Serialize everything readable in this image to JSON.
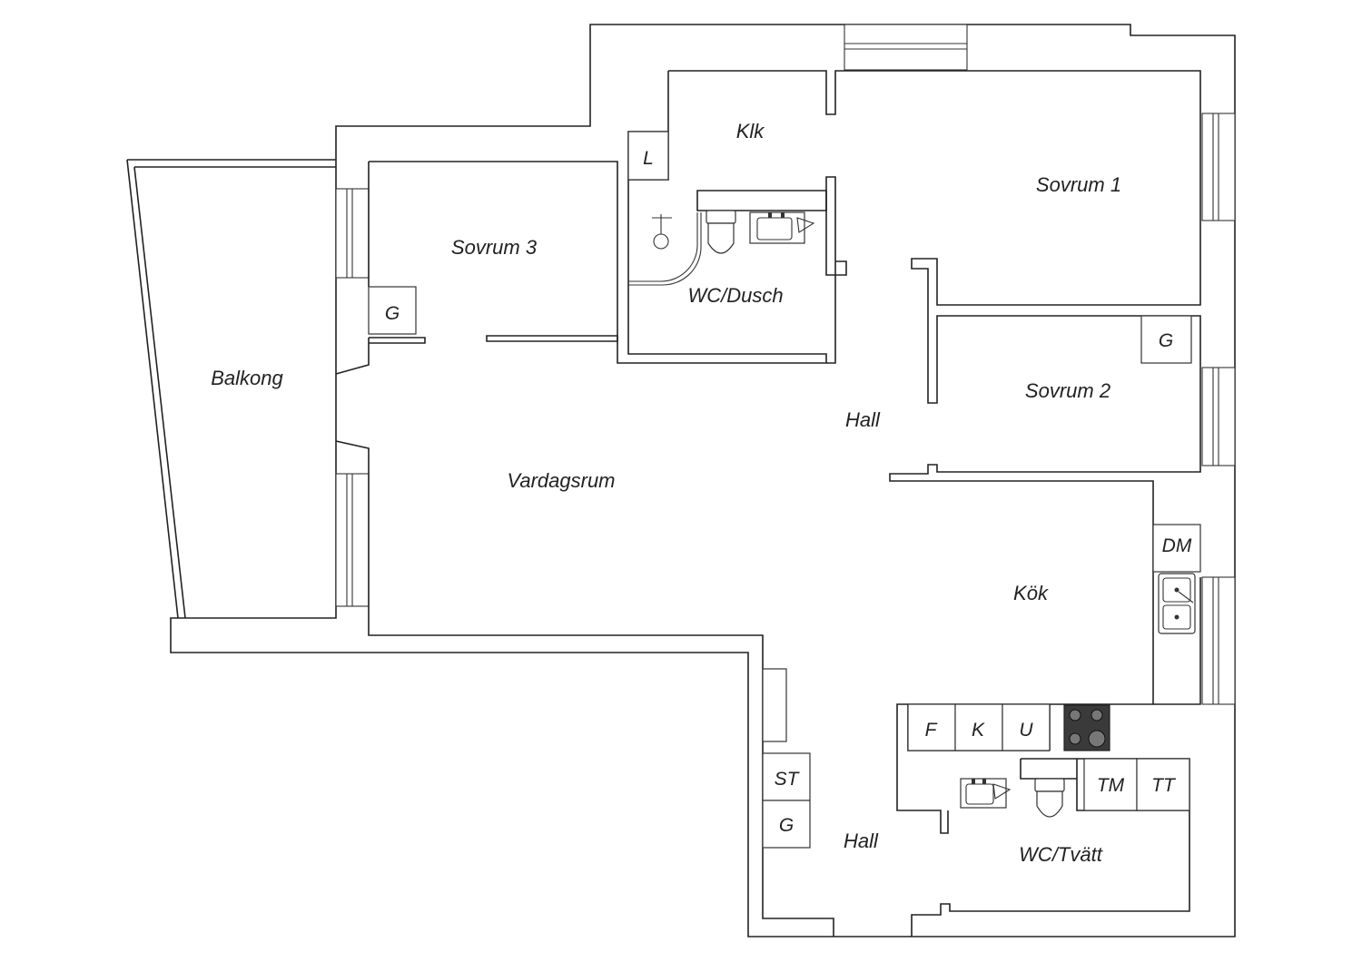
{
  "rooms": {
    "balkong": "Balkong",
    "sovrum3": "Sovrum 3",
    "klk": "Klk",
    "sovrum1": "Sovrum 1",
    "wc_dusch": "WC/Dusch",
    "sovrum2": "Sovrum 2",
    "hall_upper": "Hall",
    "vardagsrum": "Vardagsrum",
    "kok": "Kök",
    "hall_lower": "Hall",
    "wc_tvatt": "WC/Tvätt"
  },
  "fixtures": {
    "linen": "L",
    "wardrobe_sovrum3": "G",
    "wardrobe_sovrum2": "G",
    "dishwasher": "DM",
    "fridge": "F",
    "refrigerator": "K",
    "oven": "U",
    "storage_hall": "ST",
    "wardrobe_hall": "G",
    "washing_machine": "TM",
    "dryer": "TT"
  },
  "colors": {
    "wall": "#222222",
    "background": "#ffffff",
    "stove": "#3a3a3a"
  }
}
